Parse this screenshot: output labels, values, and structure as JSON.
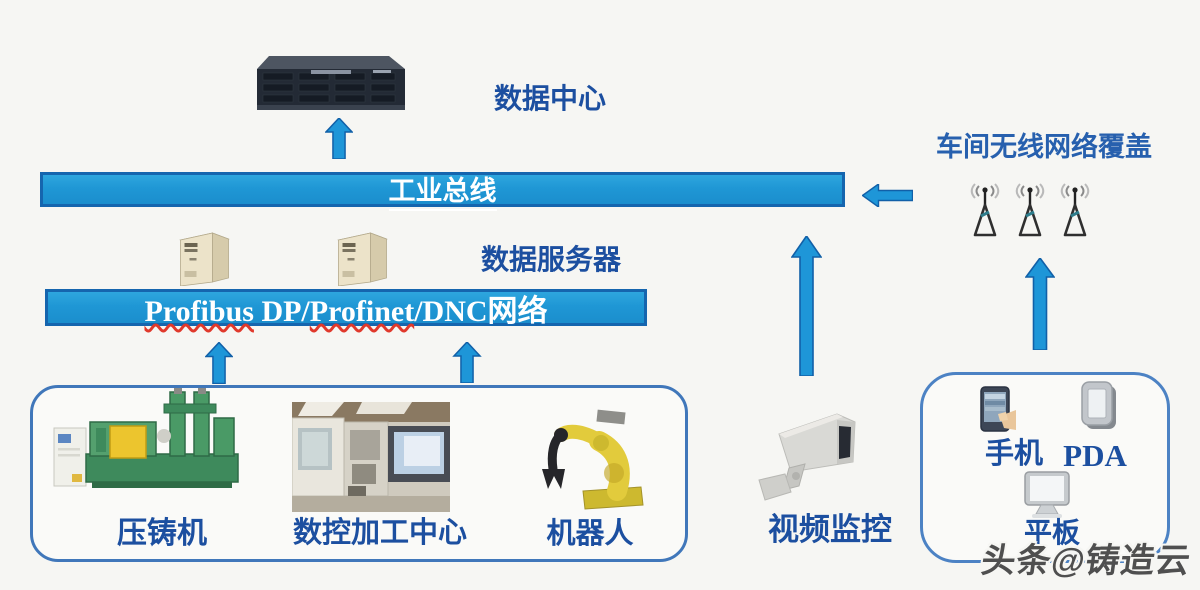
{
  "diagram": {
    "data_center": {
      "label": "数据中心"
    },
    "industrial_bus": {
      "label": "工业总线"
    },
    "data_server": {
      "label": "数据服务器"
    },
    "field_network": {
      "seg_profibus": "Profibus",
      "seg_dp": " DP/",
      "seg_profinet": "Profinet",
      "seg_dnc": "/DNC",
      "seg_cn": "网络"
    },
    "wireless": {
      "label": "车间无线网络覆盖"
    },
    "equipment": {
      "die_casting": "压铸机",
      "cnc_center": "数控加工中心",
      "robot": "机器人"
    },
    "video_monitor": {
      "label": "视频监控"
    },
    "mobile_devices": {
      "phone": "手机",
      "pda": "PDA",
      "tablet": "平板"
    },
    "watermark": "头条@铸造云"
  },
  "icons": {
    "data_center": "rack-server-icon",
    "data_server": "tower-server-icon",
    "wireless": "antenna-icon",
    "video_monitor": "cctv-camera-icon",
    "phone": "smartphone-icon",
    "pda": "pda-icon",
    "tablet": "tablet-icon",
    "connector": "blue-arrow-icon"
  },
  "colors": {
    "bar_fill": "#1f97d5",
    "bar_border": "#1565ae",
    "arrow_fill": "#1e96d8",
    "arrow_border": "#1160a8",
    "label_blue": "#1c4fa0",
    "box_border_left": "#4077ba",
    "box_border_right": "#4c82c4",
    "underline_red": "#e0392c",
    "background": "#f6f6f3",
    "watermark_gray": "#4f4f4f"
  }
}
